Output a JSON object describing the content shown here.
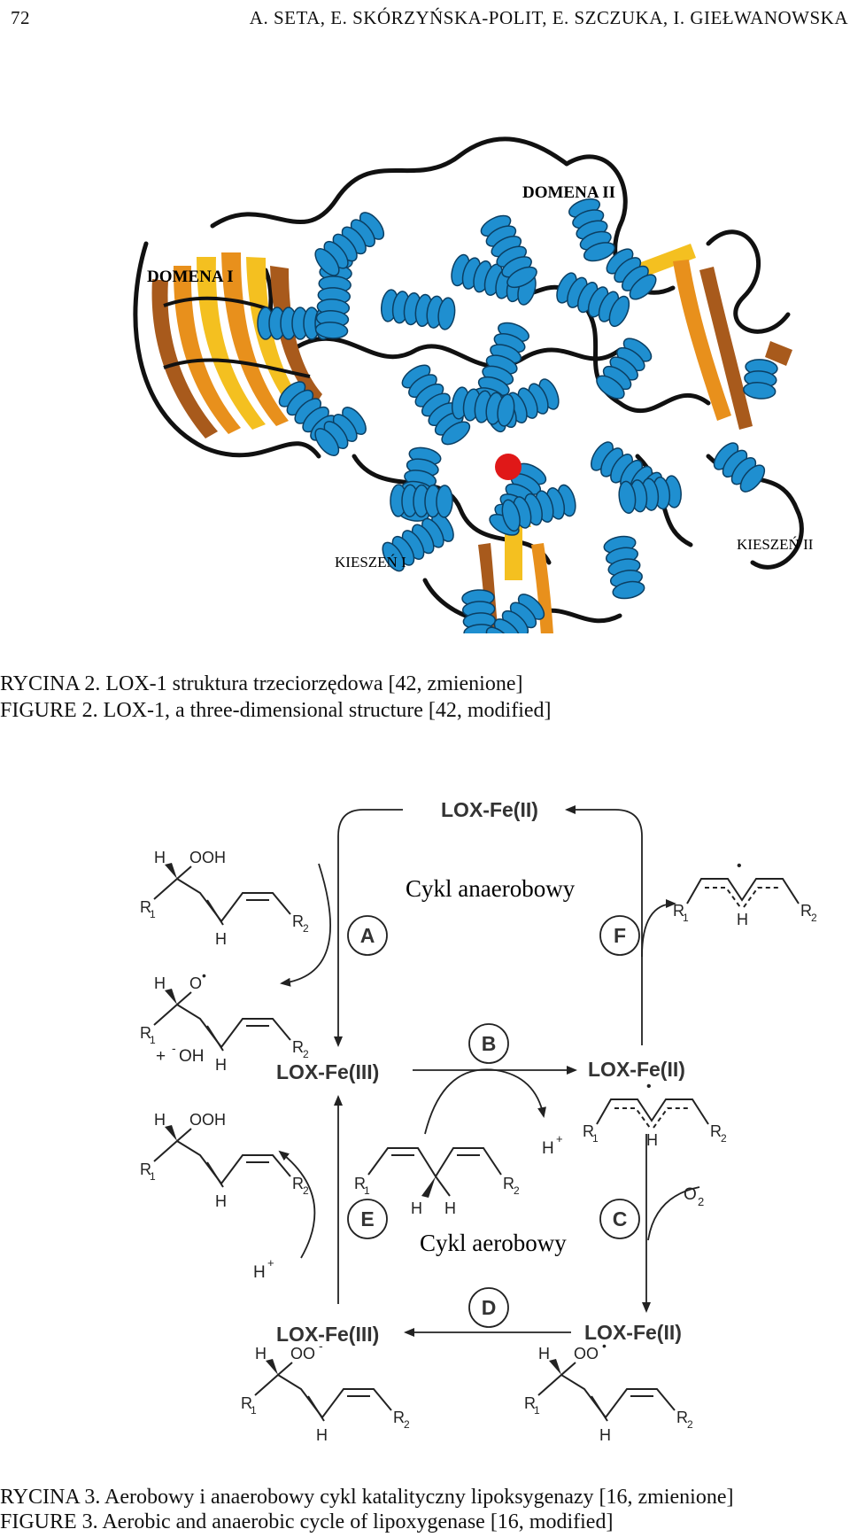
{
  "header": {
    "page_number": "72",
    "authors": "A. SETA, E. SKÓRZYŃSKA-POLIT, E. SZCZUKA, I. GIEŁWANOWSKA"
  },
  "figure2": {
    "labels": {
      "domain_1": "DOMENA I",
      "domain_2": "DOMENA II",
      "pocket_1": "KIESZEŃ I",
      "pocket_2": "KIESZEŃ II"
    },
    "colors": {
      "helix": "#1f8fd0",
      "strand_light": "#f4c020",
      "strand_mid": "#e8901c",
      "strand_dark": "#a85a1c",
      "iron": "#e01818",
      "coil": "#111111"
    },
    "caption_pl": "RYCINA 2. LOX-1 struktura trzeciorzędowa [42, zmienione]",
    "caption_en": "FIGURE 2.  LOX-1, a three-dimensional structure [42, modified]"
  },
  "figure3": {
    "enzymes": {
      "top": "LOX-Fe(II)",
      "left_mid": "LOX-Fe(III)",
      "right_mid": "LOX-Fe(II)",
      "left_bottom": "LOX-Fe(III)",
      "right_bottom": "LOX-Fe(II)"
    },
    "cycles": {
      "anaerobic": "Cykl anaerobowy",
      "aerobic": "Cykl aerobowy"
    },
    "steps": [
      "A",
      "B",
      "C",
      "D",
      "E",
      "F"
    ],
    "species": {
      "proton": "H",
      "proton_charge": "+",
      "hydroxide": "OH",
      "hydroxide_prefix": "+",
      "hydroxide_charge": "-",
      "oxygen": "O",
      "oxygen_sub": "2",
      "ooh": "OOH",
      "oo": "OO",
      "o": "O",
      "h": "H",
      "r": "R",
      "sub1": "1",
      "sub2": "2",
      "radical_dot": "•",
      "anion_minus": "-"
    },
    "caption_pl": "RYCINA 3. Aerobowy i anaerobowy cykl katalityczny lipoksygenazy [16, zmienione]",
    "caption_en": "FIGURE 3. Aerobic and anaerobic cycle of lipoxygenase [16, modified]"
  }
}
